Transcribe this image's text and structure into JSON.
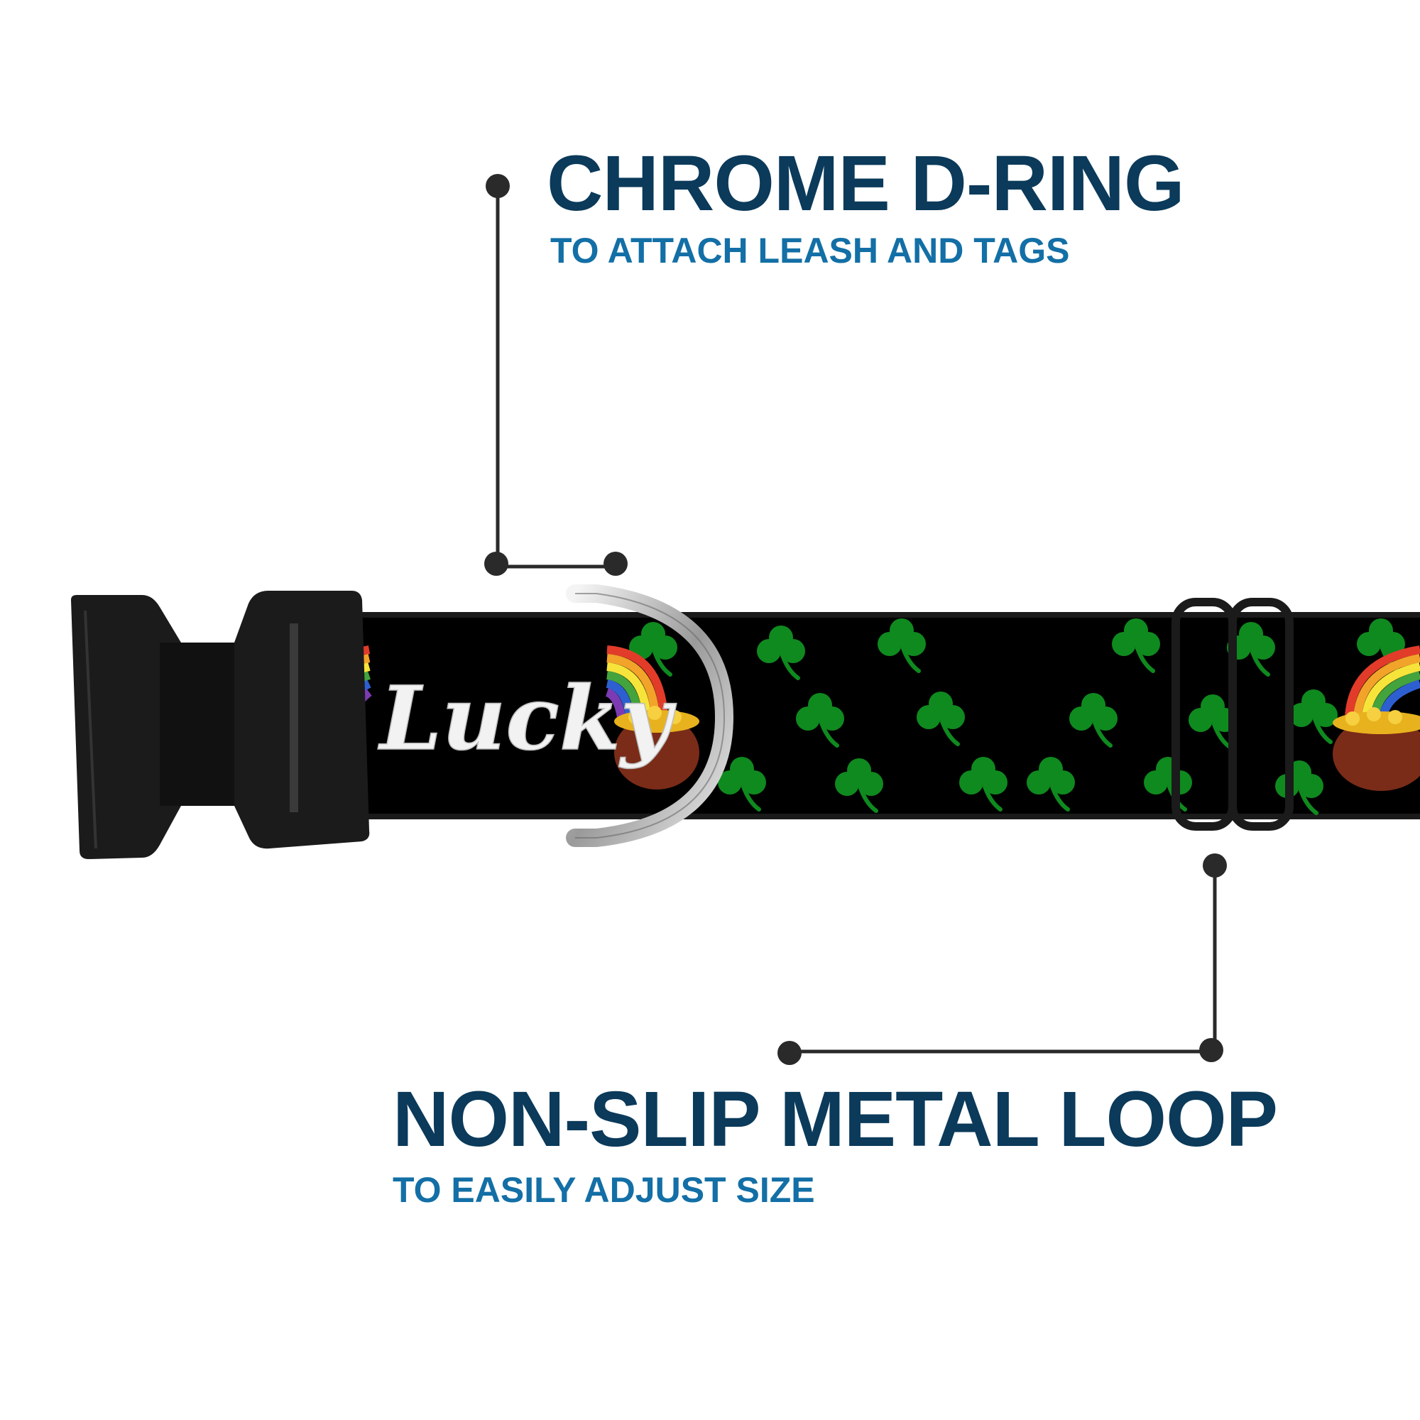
{
  "callouts": {
    "dring": {
      "title": "CHROME D-RING",
      "subtitle": "TO ATTACH LEASH AND TAGS"
    },
    "loop": {
      "title": "NON-SLIP METAL LOOP",
      "subtitle": "TO EASILY ADJUST SIZE"
    }
  },
  "collar": {
    "print_text": "Lucky",
    "pattern": "shamrocks with rainbow and pot of gold",
    "colors": {
      "strap": "#000000",
      "shamrock": "#0f8a1f",
      "buckle": "#1b1b1b",
      "title_text": "#0b3a5a",
      "subtitle_text": "#136fa6",
      "leader_line": "#2a2a2a"
    }
  }
}
